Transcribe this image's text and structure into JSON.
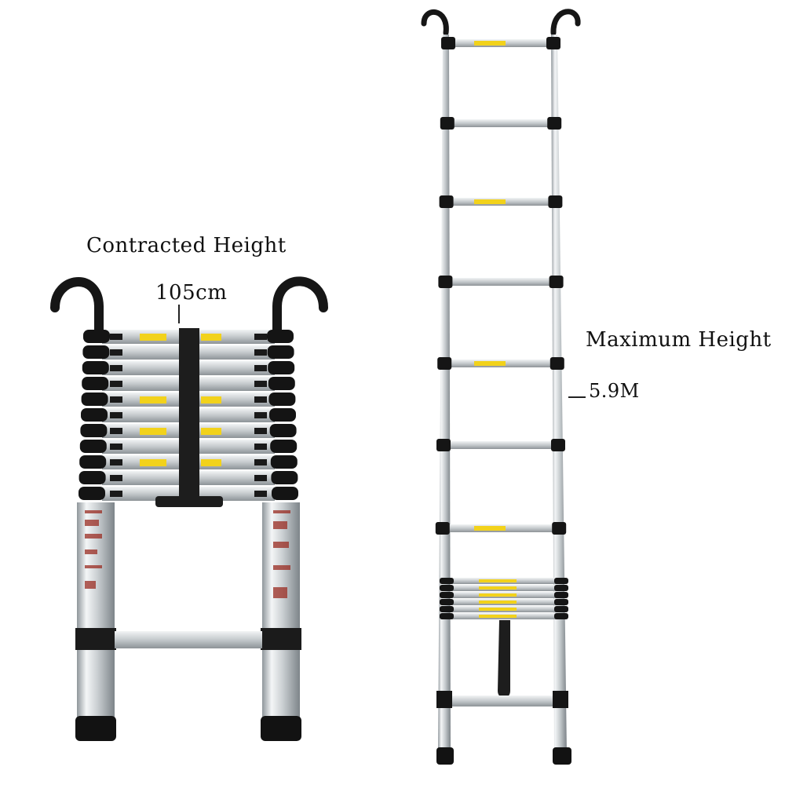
{
  "labels": {
    "contracted_title": "Contracted Height",
    "contracted_value": "105cm",
    "maximum_title": "Maximum Height",
    "maximum_value": "5.9M"
  },
  "colors": {
    "aluminum": "#cfd3d6",
    "rubber": "#111111",
    "warning_label": "#f2d21b"
  },
  "images": {
    "left": "contracted-telescopic-ladder",
    "right": "extended-telescopic-ladder"
  }
}
